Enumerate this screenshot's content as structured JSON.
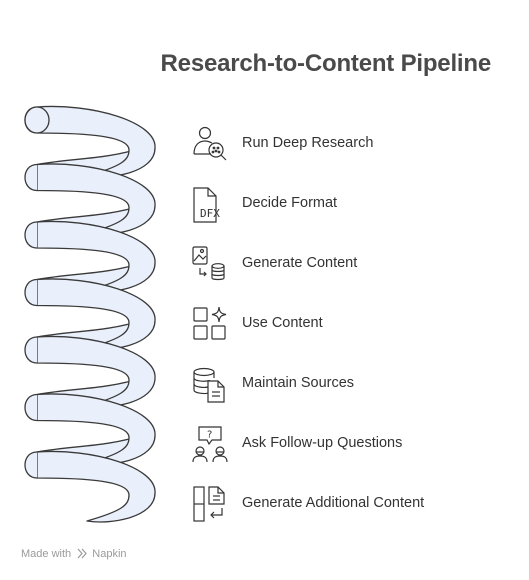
{
  "title": "Research-to-Content Pipeline",
  "steps": [
    {
      "label": "Run Deep Research",
      "icon": "researcher-magnifier-icon"
    },
    {
      "label": "Decide Format",
      "icon": "dfx-file-icon"
    },
    {
      "label": "Generate Content",
      "icon": "image-database-icon"
    },
    {
      "label": "Use Content",
      "icon": "grid-sparkle-icon"
    },
    {
      "label": "Maintain Sources",
      "icon": "database-document-icon"
    },
    {
      "label": "Ask Follow-up Questions",
      "icon": "question-people-icon"
    },
    {
      "label": "Generate Additional Content",
      "icon": "columns-document-icon"
    }
  ],
  "icon_text": {
    "dfx": "DFX",
    "question_mark": "?"
  },
  "footer": {
    "made_with": "Made with",
    "brand": "Napkin"
  },
  "colors": {
    "spiral_fill": "#eaf0fb",
    "stroke": "#3a3a3a",
    "text": "#333333",
    "title": "#4a4a4a",
    "footer": "#9a9a9a"
  }
}
